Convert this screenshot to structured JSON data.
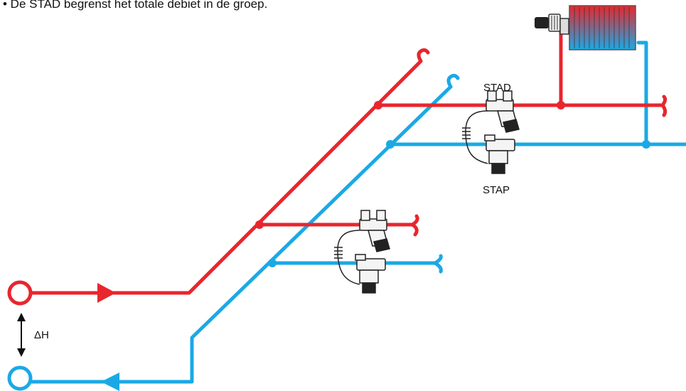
{
  "caption": "• De STAD begrenst het totale debiet in de groep.",
  "labels": {
    "stad": "STAD",
    "stap": "STAP",
    "delta_h": "ΔH"
  },
  "colors": {
    "supply": "#e8262d",
    "return": "#1aa9e6",
    "valve": "#222222",
    "background": "#ffffff"
  }
}
